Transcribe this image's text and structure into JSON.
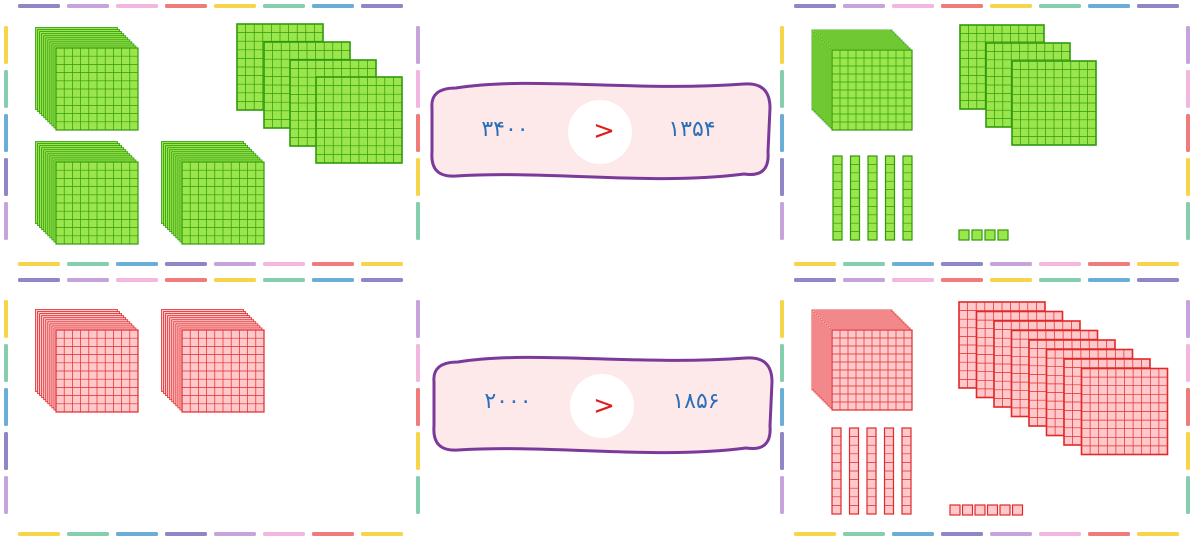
{
  "colors": {
    "green_fill": "#9be64c",
    "green_line": "#2f9a0c",
    "red_fill": "#ffc9cc",
    "red_line": "#e02929",
    "pill_fill": "#fde8ea",
    "pill_border": "#7b3a9a",
    "digits": "#2a6fb8",
    "sign": "#e01b1b",
    "border_palette": [
      "#8f86c6",
      "#c7a3dc",
      "#f2b7df",
      "#f07b7b",
      "#f7d44a",
      "#86cfae",
      "#6aaed6"
    ]
  },
  "comparisons": [
    {
      "left_value": "۳۴۰۰",
      "sign": ">",
      "right_value": "۱۳۵۴"
    },
    {
      "left_value": "۲۰۰۰",
      "sign": ">",
      "right_value": "۱۸۵۶"
    }
  ],
  "blocks": {
    "row1_left": {
      "thousands": 3,
      "hundreds": 4,
      "tens": 0,
      "ones": 0
    },
    "row1_right": {
      "thousands": 1,
      "hundreds": 3,
      "tens": 5,
      "ones": 4
    },
    "row2_left": {
      "thousands": 2,
      "hundreds": 0,
      "tens": 0,
      "ones": 0
    },
    "row2_right": {
      "thousands": 1,
      "hundreds": 8,
      "tens": 5,
      "ones": 6
    }
  }
}
